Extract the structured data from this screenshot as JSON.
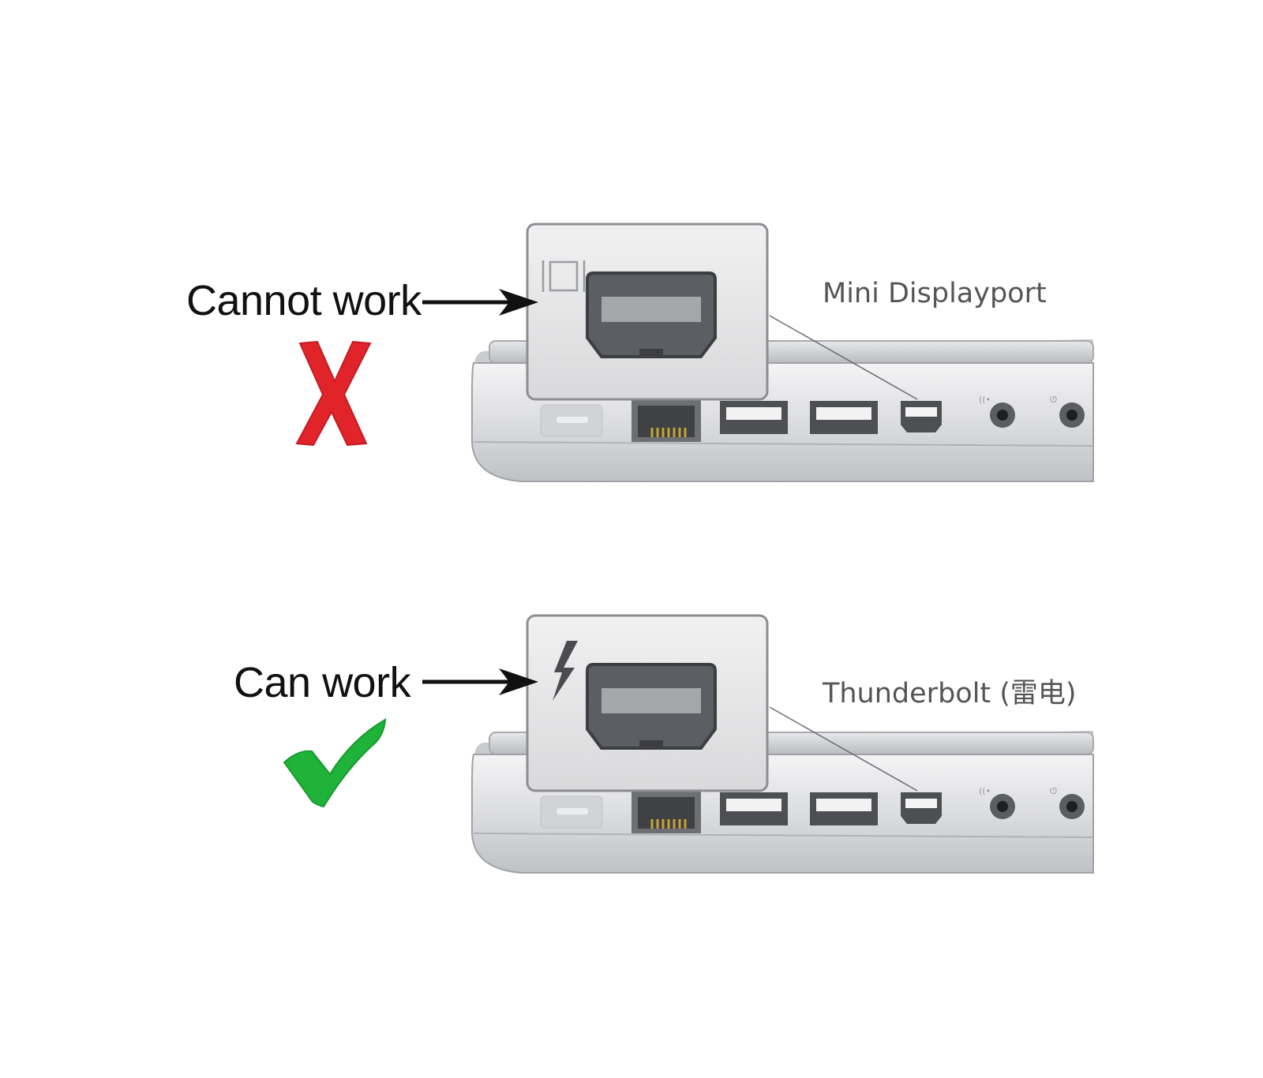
{
  "panels": [
    {
      "status": "Cannot work",
      "port_label": "Mini Displayport",
      "verdict_icon": "red-x-mark",
      "port_icon": "mini-displayport-icon",
      "verdict_color": "#e0242a"
    },
    {
      "status": "Can work",
      "port_label": "Thunderbolt (雷电)",
      "verdict_icon": "green-check-mark",
      "port_icon": "thunderbolt-icon",
      "verdict_color": "#1fb33a"
    }
  ]
}
